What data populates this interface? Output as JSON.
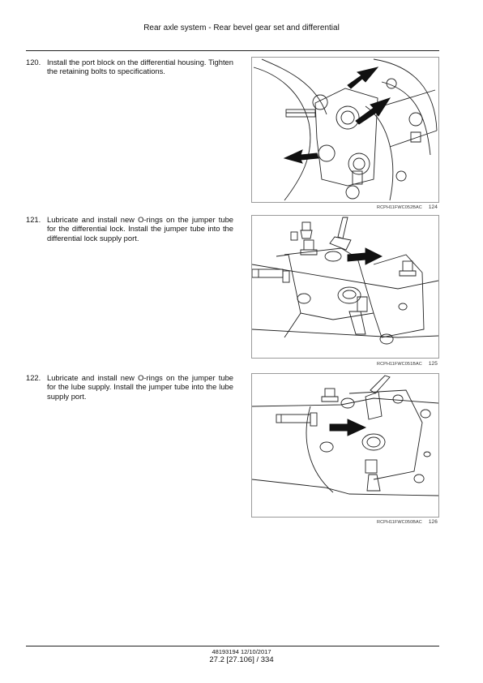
{
  "header": {
    "title": "Rear axle system - Rear bevel gear set and differential"
  },
  "steps": [
    {
      "number": "120.",
      "text": "Install the port block on the differential housing. Tighten the retaining bolts to specifications.",
      "figure": {
        "code": "RCPH11FWC052BAC",
        "number": "124"
      }
    },
    {
      "number": "121.",
      "text": "Lubricate and install new O-rings on the jumper tube for the differential lock.  Install the jumper tube into the differential lock supply port.",
      "figure": {
        "code": "RCPH11FWC051BAC",
        "number": "125"
      }
    },
    {
      "number": "122.",
      "text": "Lubricate and install new O-rings on the jumper tube for the lube supply.  Install the jumper tube into the lube supply port.",
      "figure": {
        "code": "RCPH11FWC050BAC",
        "number": "126"
      }
    }
  ],
  "footer": {
    "doc_code": "48193194 12/10/2017",
    "page_ref": "27.2 [27.106] / 334"
  }
}
